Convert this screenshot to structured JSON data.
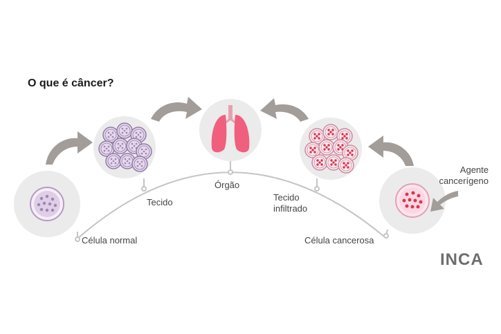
{
  "title": "O que é câncer?",
  "labels": {
    "normal_cell": "Célula normal",
    "tissue": "Tecido",
    "organ": "Órgão",
    "infiltrated_tissue_line1": "Tecido",
    "infiltrated_tissue_line2": "infiltrado",
    "cancer_cell": "Célula cancerosa",
    "agent_line1": "Agente",
    "agent_line2": "cancerígeno"
  },
  "logo": "INCA",
  "colors": {
    "circle_bg": "#ebebeb",
    "arrow": "#a29d99",
    "normal_cell_fill": "#e0cde6",
    "normal_nucleus": "#9a86b2",
    "cancer_cell_fill": "#fbe6ee",
    "cancer_nucleus": "#d9364f",
    "organ": "#f0607e",
    "line": "#c4c4c4"
  }
}
